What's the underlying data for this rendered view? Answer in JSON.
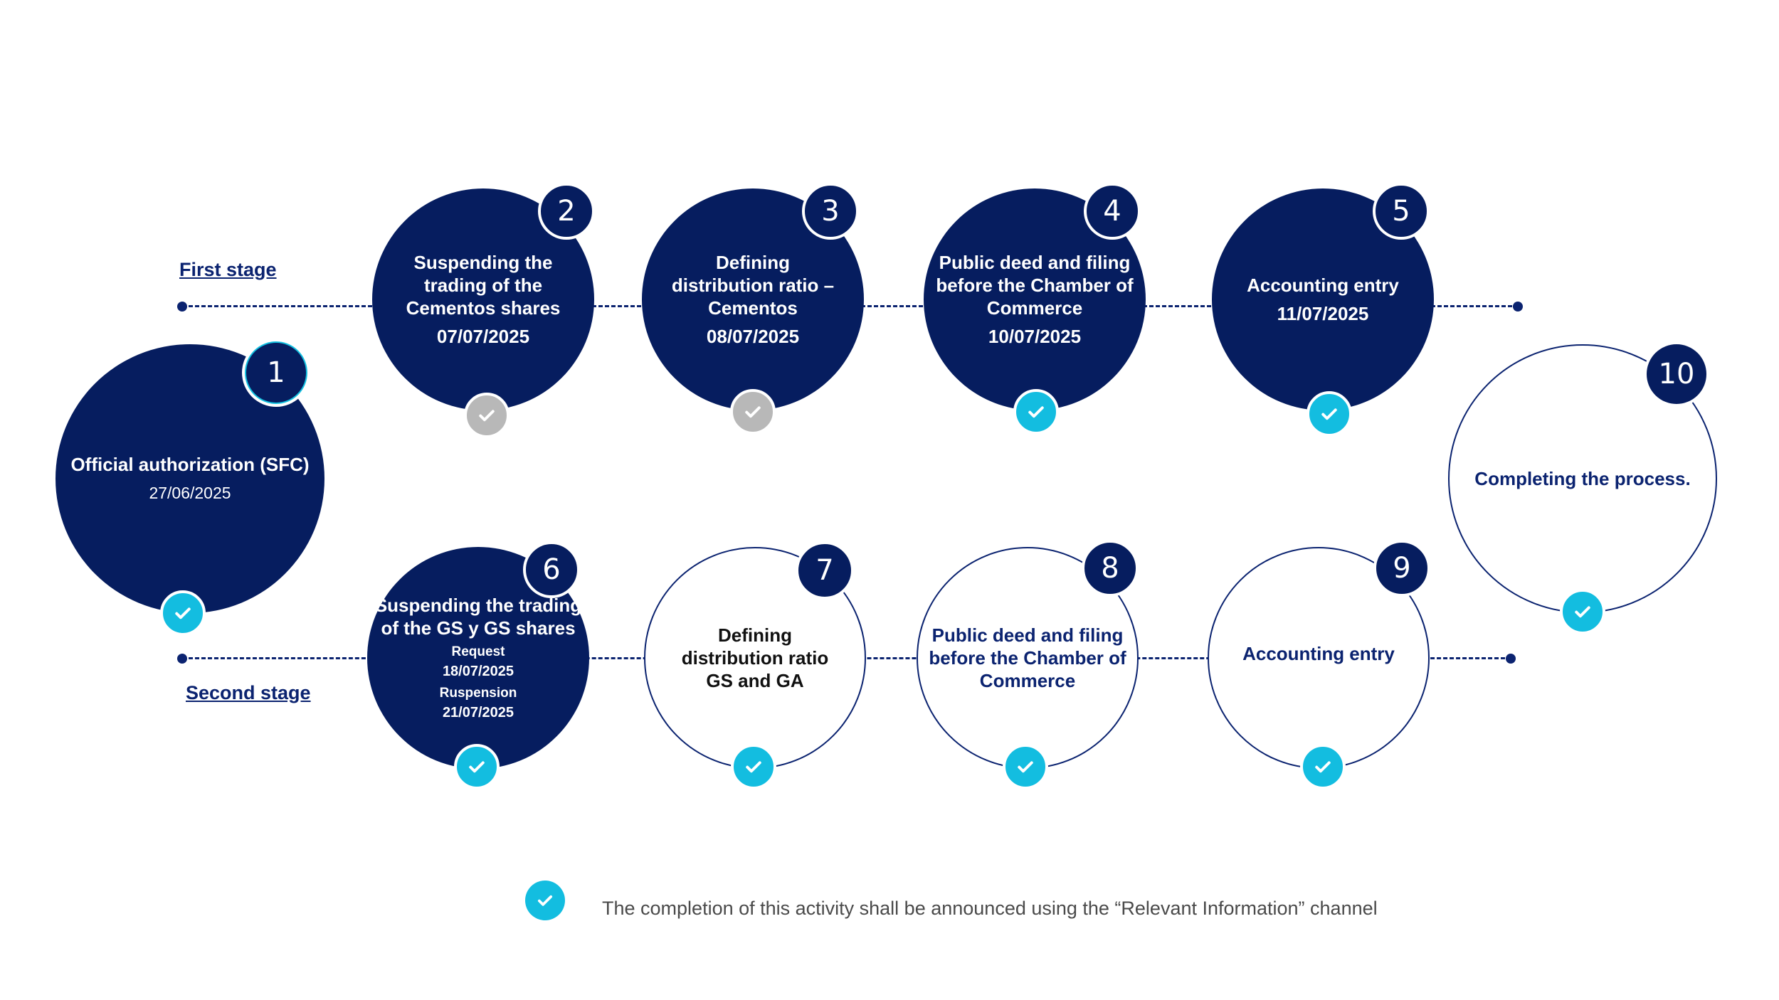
{
  "stages": {
    "first": "First stage",
    "second": "Second stage"
  },
  "colors": {
    "navy": "#061d5f",
    "cyan": "#13bde0",
    "grey": "#b8b8b8"
  },
  "steps": [
    {
      "number": "1",
      "title": "Official authorization (SFC)",
      "date": "27/06/2025",
      "style": "filled",
      "check": "cyan"
    },
    {
      "number": "2",
      "title": "Suspending the trading of the Cementos shares",
      "date": "07/07/2025",
      "style": "filled",
      "check": "grey"
    },
    {
      "number": "3",
      "title": "Defining distribution ratio – Cementos",
      "date": "08/07/2025",
      "style": "filled",
      "check": "grey"
    },
    {
      "number": "4",
      "title": "Public deed and filing before the Chamber of Commerce",
      "date": "10/07/2025",
      "style": "filled",
      "check": "cyan"
    },
    {
      "number": "5",
      "title": "Accounting entry",
      "date": "11/07/2025",
      "style": "filled",
      "check": "cyan"
    },
    {
      "number": "6",
      "title": "Suspending the trading of the GS y GS shares",
      "request_label": "Request",
      "request_date": "18/07/2025",
      "suspension_label": "Ruspension",
      "suspension_date": "21/07/2025",
      "style": "filled",
      "check": "cyan"
    },
    {
      "number": "7",
      "title": "Defining distribution ratio GS and GA",
      "style": "outline",
      "check": "cyan"
    },
    {
      "number": "8",
      "title": "Public deed and filing before the Chamber of Commerce",
      "style": "outline",
      "check": "cyan"
    },
    {
      "number": "9",
      "title": "Accounting entry",
      "style": "outline",
      "check": "cyan"
    },
    {
      "number": "10",
      "title": "Completing the process.",
      "style": "outline",
      "check": "cyan"
    }
  ],
  "legend": {
    "text": "The completion of this activity shall be announced using the “Relevant Information” channel",
    "icon": "check-icon"
  }
}
